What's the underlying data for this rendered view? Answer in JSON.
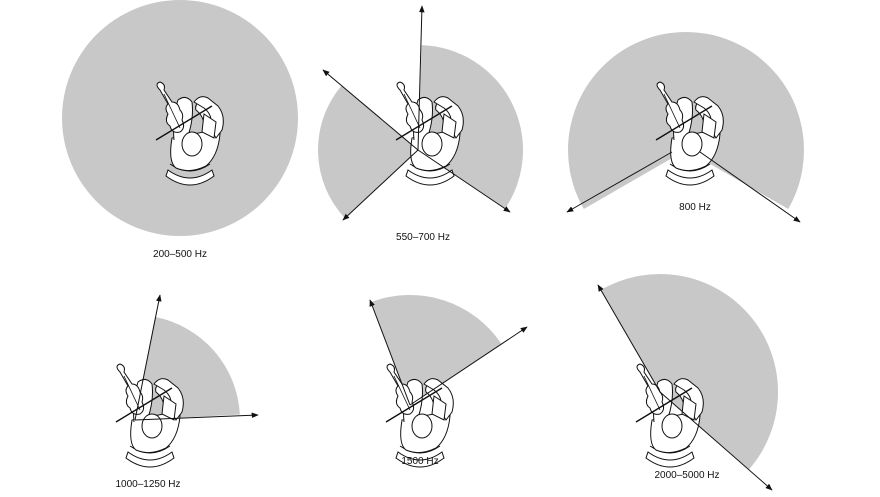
{
  "colors": {
    "radiation": "#c8c8c8",
    "ink": "#111111"
  },
  "panels": [
    {
      "label": "200–500 Hz"
    },
    {
      "label": "550–700 Hz"
    },
    {
      "label": "800 Hz"
    },
    {
      "label": "1000–1250 Hz"
    },
    {
      "label": "1500 Hz"
    },
    {
      "label": "2000–5000 Hz"
    }
  ]
}
